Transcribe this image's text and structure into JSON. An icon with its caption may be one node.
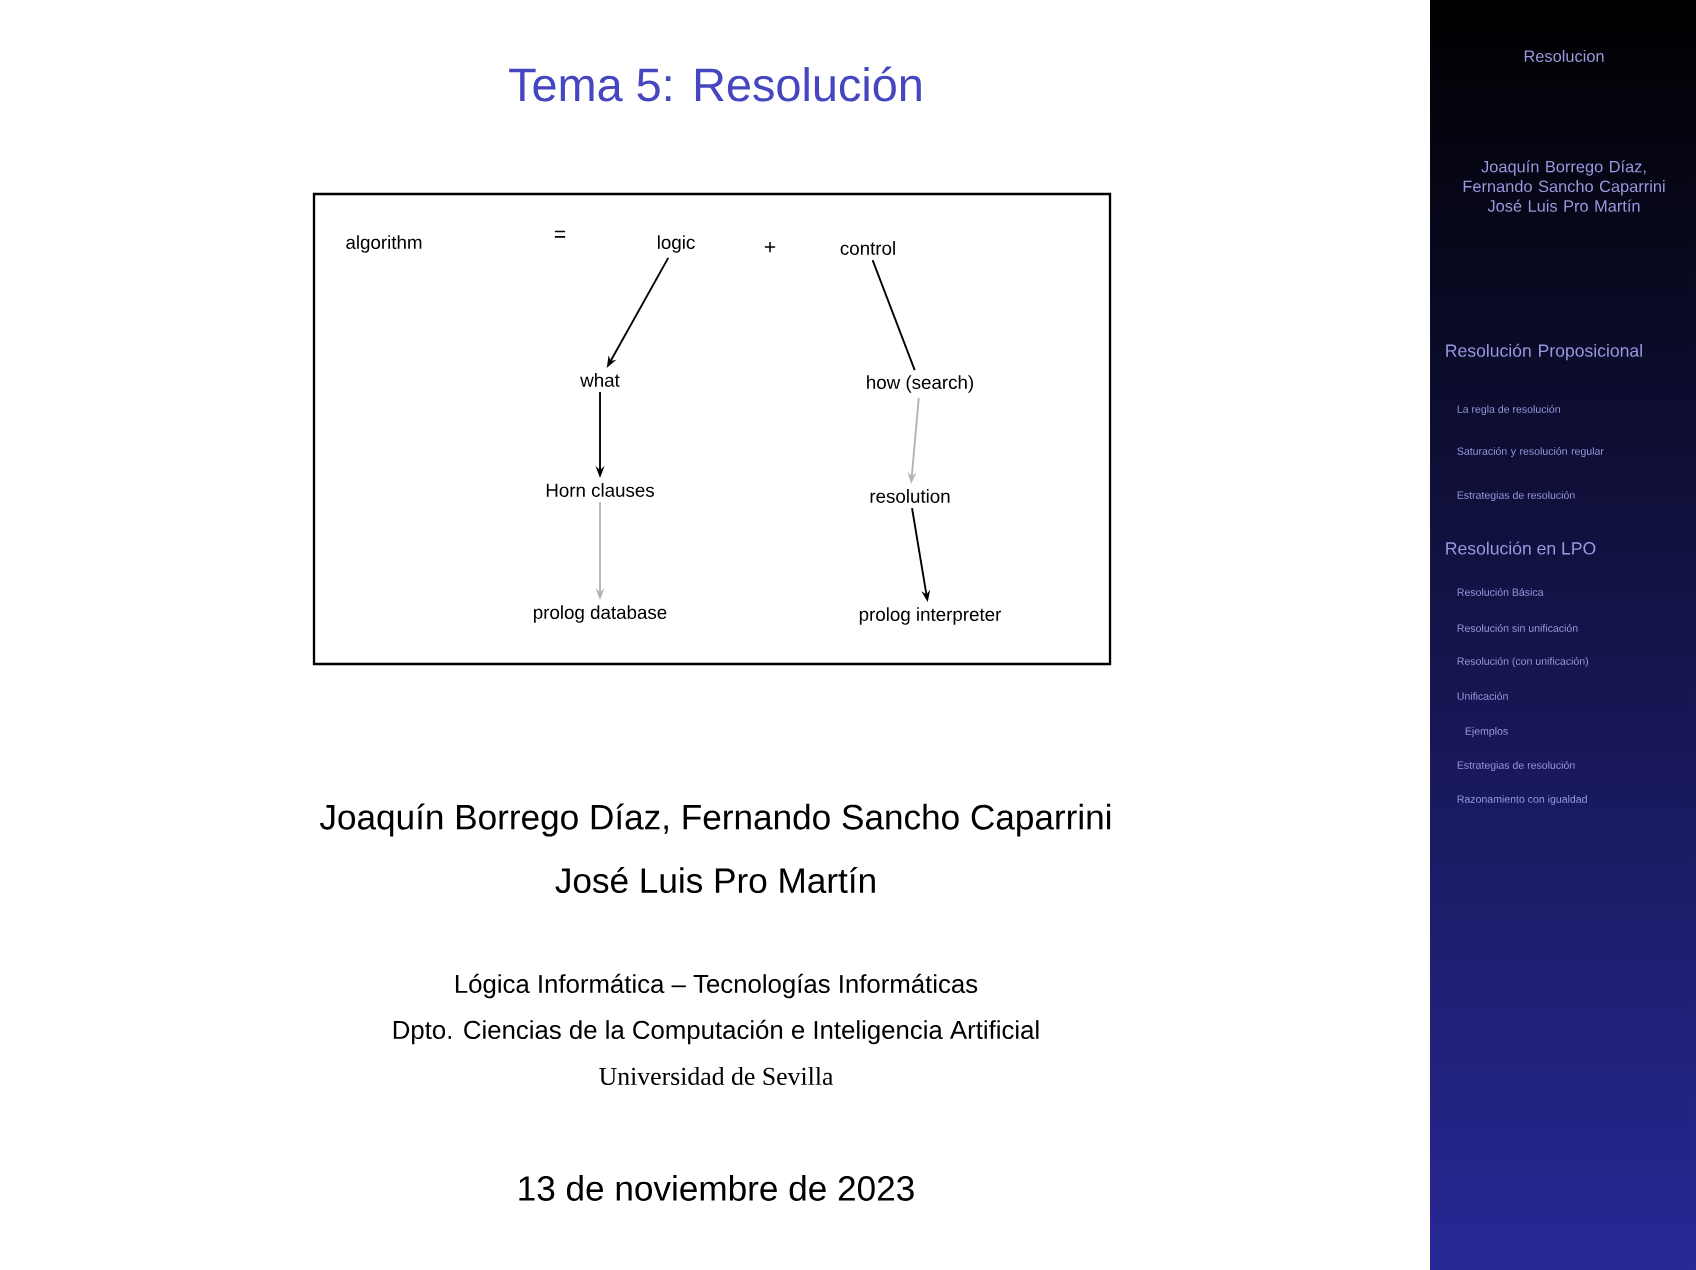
{
  "diagram": {
    "title": "Tema 5: Resolución",
    "nodes": [
      {
        "text": [
          "algorithm"
        ]
      },
      {
        "text": [
          "logic"
        ]
      },
      {
        "text": [
          "control"
        ]
      },
      {
        "text": [
          "what"
        ]
      },
      {
        "text": [
          "how (search)"
        ]
      },
      {
        "text": [
          "Horn clauses"
        ]
      },
      {
        "text": [
          "resolution"
        ]
      },
      {
        "text": [
          "prolog database"
        ]
      },
      {
        "text": [
          "prolog interpreter"
        ]
      }
    ],
    "edges": [
      {
        "from": 1,
        "to": 3,
        "arrow": "to"
      },
      {
        "from": 2,
        "to": 4,
        "arrow": "none"
      },
      {
        "from": 3,
        "to": 5,
        "arrow": "to"
      },
      {
        "from": 5,
        "to": 7,
        "arrow": "to",
        "color": "#b4b4b4"
      },
      {
        "from": 4,
        "to": 6,
        "arrow": "to",
        "color": "#b4b4b4"
      },
      {
        "from": 6,
        "to": 8,
        "arrow": "to"
      }
    ],
    "labels": [
      "=",
      "+",
      "Joaquín Borrego Díaz, Fernando Sancho Caparrini",
      "José Luis Pro Martín",
      "Lógica Informática – Tecnologías Informáticas",
      "Dpto. Ciencias de la Computación e Inteligencia Artificial",
      "Universidad de Sevilla",
      "13 de noviembre de 2023",
      "Resolucion",
      "Joaquín Borrego Díaz, Fernando Sancho Caparrini José Luis Pro Martín",
      "Resolución Proposicional",
      "La regla de resolución",
      "Saturación y resolución regular",
      "Estrategias de resolución",
      "Resolución en LPO",
      "Resolución Básica",
      "Resolución sin unificación",
      "Resolución (con unificación)",
      "Unificación",
      "Ejemplos",
      "Estrategias de resolución",
      "Razonamiento con igualdad"
    ]
  }
}
